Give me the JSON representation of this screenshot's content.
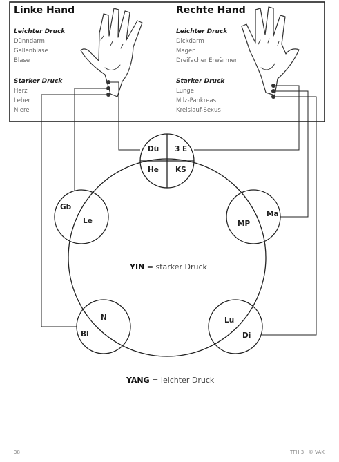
{
  "left_hand": {
    "title": "Linke Hand",
    "light_pressure_label": "Leichter Druck",
    "light_organs": [
      "Dünndarm",
      "Gallenblase",
      "Blase"
    ],
    "strong_pressure_label": "Starker Druck",
    "strong_organs": [
      "Herz",
      "Leber",
      "Niere"
    ]
  },
  "right_hand": {
    "title": "Rechte Hand",
    "light_pressure_label": "Leichter Druck",
    "light_organs": [
      "Dickdarm",
      "Magen",
      "Dreifacher Erwärmer"
    ],
    "strong_pressure_label": "Starker Druck",
    "strong_organs": [
      "Lunge",
      "Milz-Pankreas",
      "Kreislauf-Sexus"
    ]
  },
  "nodes": {
    "top": {
      "tl": "Dü",
      "tr": "3 E",
      "bl": "He",
      "br": "KS"
    },
    "left": {
      "outer": "Gb",
      "inner": "Le"
    },
    "right": {
      "outer": "Ma",
      "inner": "MP"
    },
    "bottom_left": {
      "outer": "Bl",
      "inner": "N"
    },
    "bottom_right": {
      "outer": "Di",
      "inner": "Lu"
    }
  },
  "yin": {
    "term": "YIN",
    "rest": " = starker Druck"
  },
  "yang": {
    "term": "YANG",
    "rest": " = leichter Druck"
  },
  "footer": {
    "page": "38",
    "ref": "TFH 3 · © VAK"
  },
  "colors": {
    "line": "#222222",
    "dot": "#333333",
    "muted": "#666666"
  }
}
